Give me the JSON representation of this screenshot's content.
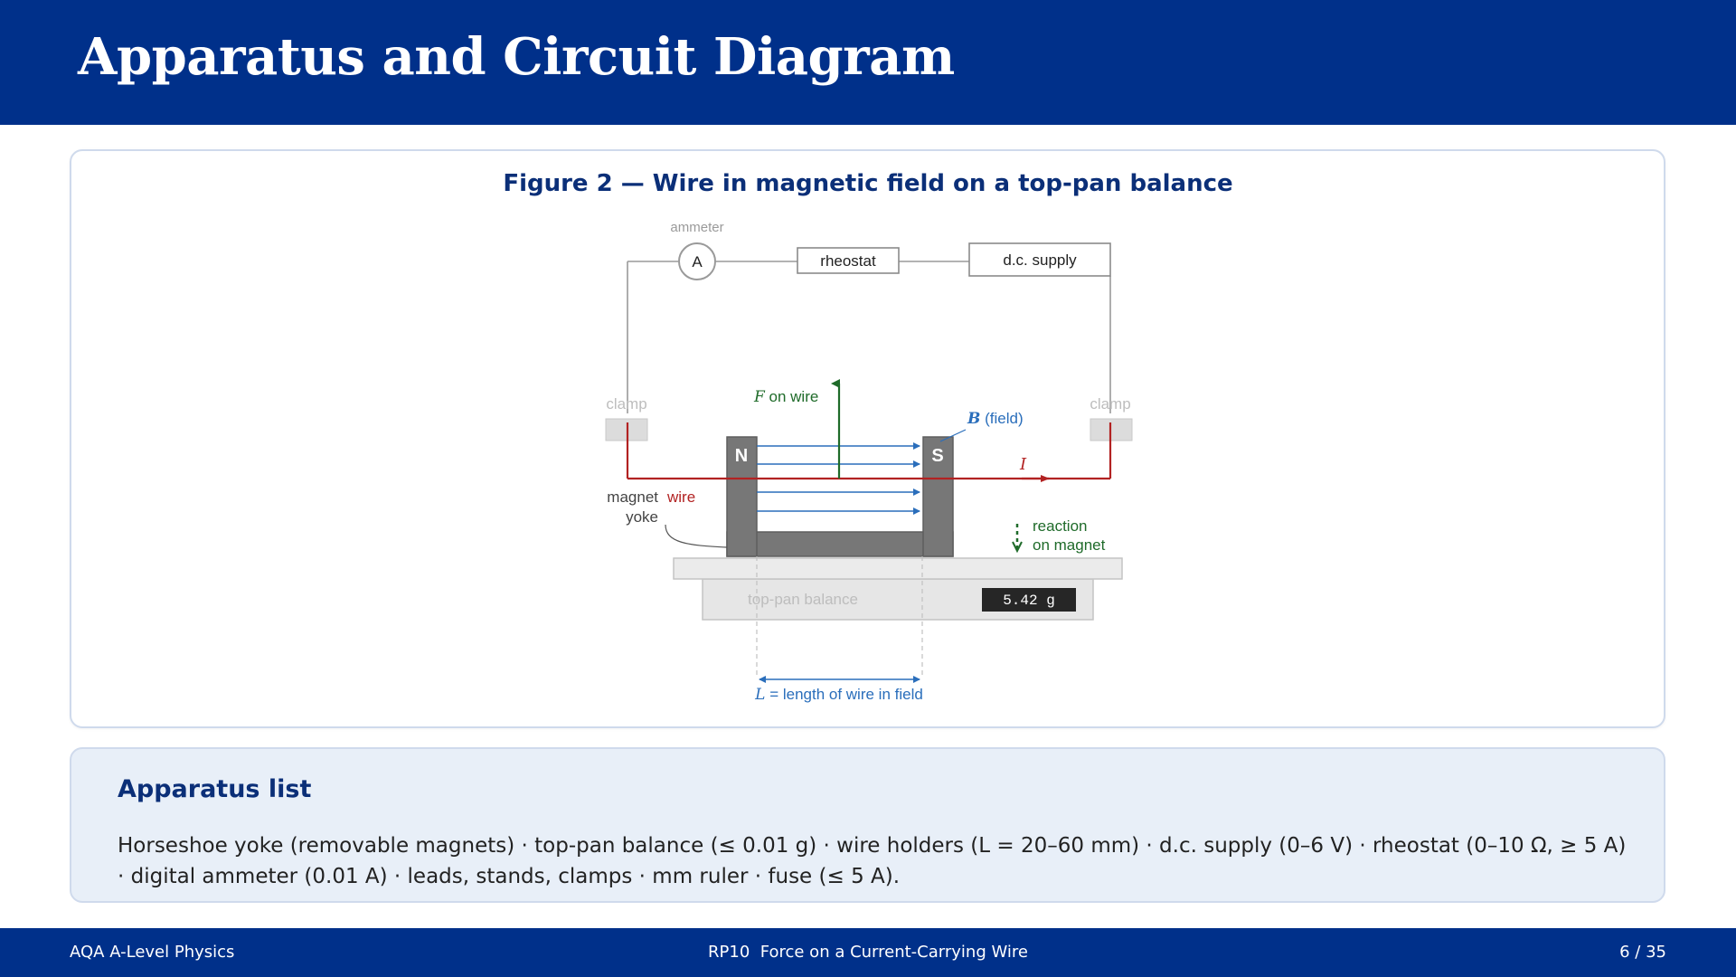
{
  "slide": {
    "title": "Apparatus and Circuit Diagram",
    "figure_title": "Figure 2 — Wire in magnetic field on a top-pan balance"
  },
  "diagram": {
    "ammeter_caption": "ammeter",
    "ammeter_symbol": "A",
    "rheostat": "rheostat",
    "supply": "d.c. supply",
    "clamp_left": "clamp",
    "clamp_right": "clamp",
    "force_symbol": "F",
    "force_text": " on wire",
    "field_symbol": "B",
    "field_text": " (field)",
    "pole_n": "N",
    "pole_s": "S",
    "current_symbol": "I",
    "magnet_yoke_line1": "magnet",
    "magnet_yoke_line2": "yoke",
    "wire_label": "wire",
    "reaction_line1": "reaction",
    "reaction_line2": "on magnet",
    "balance_label": "top-pan balance",
    "balance_reading": "5.42 g",
    "length_symbol": "L",
    "length_text": " = length of wire in field",
    "colors": {
      "wire": "#b22222",
      "field": "#2a6ebb",
      "force": "#1f6b2a",
      "magnet": "#777777",
      "circuit": "#9a9a9a"
    }
  },
  "apparatus": {
    "heading": "Apparatus list",
    "text": "Horseshoe yoke (removable magnets) · top-pan balance (≤ 0.01 g) · wire holders (L = 20–60 mm) · d.c. supply (0–6 V) · rheostat (0–10 Ω, ≥ 5 A) · digital ammeter (0.01 A) · leads, stands, clamps · mm ruler · fuse (≤ 5 A)."
  },
  "footer": {
    "left": "AQA A-Level Physics",
    "center": "RP10  Force on a Current-Carrying Wire",
    "right": "6 / 35"
  }
}
